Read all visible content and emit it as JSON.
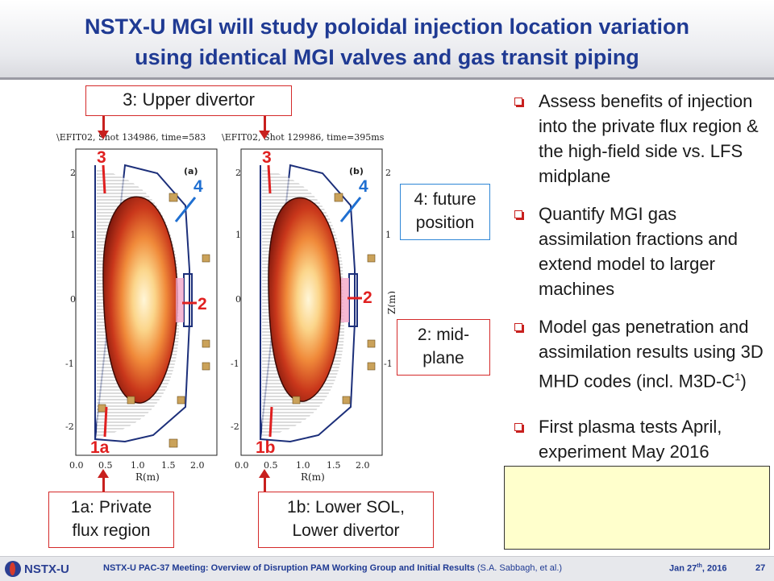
{
  "title": {
    "line1": "NSTX-U MGI will study poloidal injection location variation",
    "line2": "using identical MGI valves and gas transit piping"
  },
  "callouts": {
    "upper_divertor": "3: Upper divertor",
    "future_position_line1": "4: future",
    "future_position_line2": "position",
    "midplane_line1": "2: mid-",
    "midplane_line2": "plane",
    "private_flux_line1": "1a: Private",
    "private_flux_line2": "flux region",
    "lower_sol_line1": "1b: Lower SOL,",
    "lower_sol_line2": "Lower divertor"
  },
  "figure": {
    "panel_a_header": "\\EFIT02, Shot 134986, time=583",
    "panel_b_header": "\\EFIT02, Shot 129986, time=395ms",
    "panel_a_tag": "(a)",
    "panel_b_tag": "(b)",
    "y_ticks": [
      "2",
      "1",
      "0",
      "-1",
      "-2"
    ],
    "x_ticks": [
      "0.0",
      "0.5",
      "1.0",
      "1.5",
      "2.0"
    ],
    "xlabel": "R(m)",
    "ylabel": "Z(m)",
    "marker_3": "3",
    "marker_4": "4",
    "marker_2": "2",
    "marker_1a": "1a",
    "marker_1b": "1b",
    "colors": {
      "red_marker": "#e02020",
      "blue_marker": "#1f6fd1",
      "core": "#fff6d8",
      "edge": "#8b1a10"
    }
  },
  "bullets": [
    {
      "text": "Assess benefits of injection into the private flux region & the high-field side vs. LFS midplane"
    },
    {
      "text": "Quantify MGI gas assimilation fractions and extend model to larger machines"
    },
    {
      "text": "Model gas penetration and assimilation results using 3D MHD codes (incl. M3D-C"
    },
    {
      "text": "First plasma tests April, experiment May 2016"
    }
  ],
  "bullet3_sup": "1",
  "bullet3_tail": ")",
  "footer": {
    "logo": "NSTX-U",
    "meeting": "NSTX-U PAC-37 Meeting: Overview of Disruption PAM Working Group and Initial Results",
    "authors": "(S.A. Sabbagh, et al.)",
    "date": "Jan 27",
    "date_sup": "th",
    "year": ", 2016",
    "page": "27"
  }
}
